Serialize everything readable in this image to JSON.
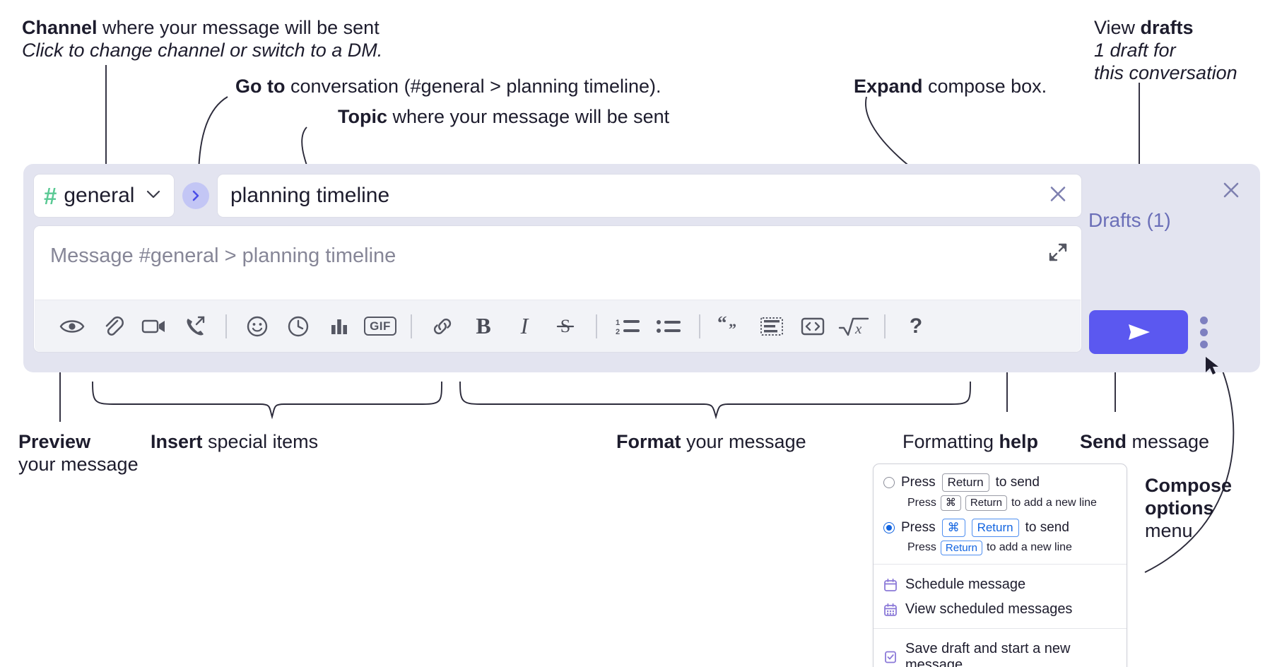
{
  "annotations": {
    "channel": {
      "bold": "Channel",
      "rest": " where your message will be sent",
      "italic": "Click to change channel or switch to a DM."
    },
    "goto": {
      "bold": "Go to",
      "rest": " conversation (#general > planning timeline)."
    },
    "topic": {
      "bold": "Topic",
      "rest": " where your message will be sent"
    },
    "expand": {
      "bold": "Expand",
      "rest": " compose box."
    },
    "drafts": {
      "lead": "View ",
      "bold": "drafts",
      "italic1": "1 draft for",
      "italic2": "this conversation"
    },
    "preview": {
      "bold": "Preview",
      "rest": "your message"
    },
    "insert": {
      "bold": "Insert",
      "rest": " special items"
    },
    "format": {
      "bold": "Format",
      "rest": " your message"
    },
    "help": {
      "lead": "Formatting ",
      "bold": "help"
    },
    "send": {
      "bold": "Send",
      "rest": " message"
    },
    "compose_options": {
      "bold1": "Compose",
      "bold2": "options",
      "rest": "menu"
    }
  },
  "compose": {
    "channel_name": "general",
    "channel_hash": "#",
    "topic_value": "planning timeline",
    "message_placeholder": "Message #general > planning timeline",
    "drafts_label": "Drafts (1)",
    "icons": {
      "chevron": "chevron-down-icon",
      "goto": "goto-arrow-icon",
      "clear": "clear-topic-icon",
      "expand": "expand-icon",
      "close": "close-panel-icon",
      "send": "send-icon",
      "kebab": "compose-options-icon"
    },
    "toolbar_group_insert": [
      {
        "name": "preview-icon",
        "label": "Preview"
      },
      {
        "name": "attachment-icon",
        "label": "Attach file"
      },
      {
        "name": "video-icon",
        "label": "Record video clip"
      },
      {
        "name": "audio-call-icon",
        "label": "Record audio clip"
      }
    ],
    "toolbar_group_special": [
      {
        "name": "emoji-icon",
        "label": "Emoji"
      },
      {
        "name": "clock-icon",
        "label": "Reminder"
      },
      {
        "name": "poll-icon",
        "label": "Poll"
      },
      {
        "name": "gif-icon",
        "label": "GIF"
      }
    ],
    "toolbar_group_format": [
      {
        "name": "link-icon",
        "label": "Link"
      },
      {
        "name": "bold-icon",
        "label": "B"
      },
      {
        "name": "italic-icon",
        "label": "I"
      },
      {
        "name": "strikethrough-icon",
        "label": "S"
      },
      {
        "name": "ordered-list-icon",
        "label": "Ordered list"
      },
      {
        "name": "bulleted-list-icon",
        "label": "Bulleted list"
      },
      {
        "name": "blockquote-icon",
        "label": "Blockquote"
      },
      {
        "name": "code-block-icon",
        "label": "Code block"
      },
      {
        "name": "inline-code-icon",
        "label": "Inline code"
      },
      {
        "name": "equation-icon",
        "label": "Equation"
      }
    ],
    "help_icon_label": "?"
  },
  "menu": {
    "option1": {
      "press": "Press",
      "key1": "Return",
      "tail": "to send"
    },
    "option1_sub": {
      "press": "Press",
      "key1": "⌘",
      "key2": "Return",
      "tail": "to add a new line"
    },
    "option2": {
      "press": "Press",
      "key1": "⌘",
      "key2": "Return",
      "tail": "to send"
    },
    "option2_sub": {
      "press": "Press",
      "key1": "Return",
      "tail": "to add a new line"
    },
    "items": [
      {
        "label": "Schedule message",
        "icon": "calendar-icon"
      },
      {
        "label": "View scheduled messages",
        "icon": "calendar-grid-icon"
      },
      {
        "label": "Save draft and start a new message",
        "icon": "draft-check-icon"
      }
    ]
  },
  "colors": {
    "panel_bg": "#e3e4f0",
    "send_blue": "#5b58f0",
    "hash_green": "#5ac994",
    "drafts_purple": "#6b6fb8",
    "radio_blue": "#1264e0",
    "menu_icon_purple": "#8b79d8"
  }
}
